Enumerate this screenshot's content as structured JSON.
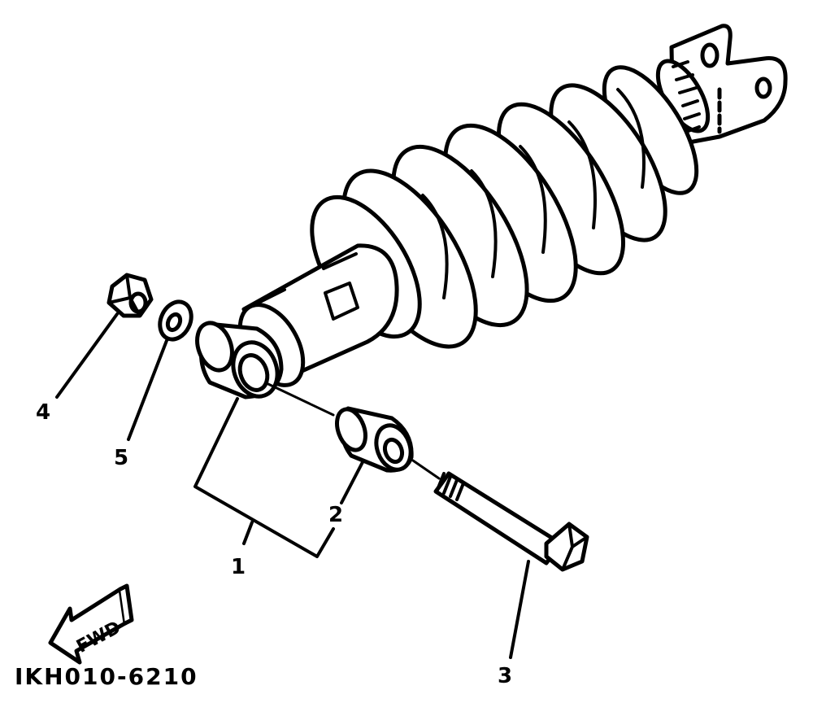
{
  "diagram": {
    "callouts": {
      "c1": "1",
      "c2": "2",
      "c3": "3",
      "c4": "4",
      "c5": "5"
    },
    "fwd_label": "FWD",
    "document_code": "IKH010-6210"
  },
  "colors": {
    "ink": "#000000",
    "paper": "#ffffff"
  }
}
